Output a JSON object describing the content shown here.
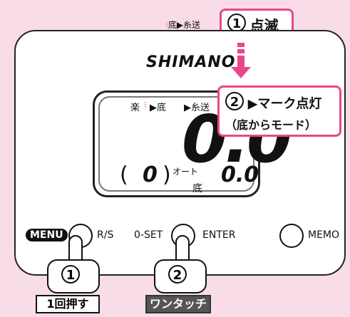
{
  "top_indicator": {
    "label": "底▶糸送"
  },
  "callout1": {
    "number": "1",
    "text": "点滅"
  },
  "callout2": {
    "number": "2",
    "line1": "▶マーク点灯",
    "line2": "（底からモード）"
  },
  "brand": {
    "name": "SHIMANO"
  },
  "lcd": {
    "mode_raku": "楽",
    "mode_soko": "▶底",
    "mode_itookuri": "▶糸送",
    "main_value": "0.0",
    "paren_open": "(",
    "paren_value": "0",
    "paren_close": ")",
    "auto_label": "オート",
    "bottom_label": "底",
    "sub_value": "0.0"
  },
  "buttons": {
    "menu": "MENU",
    "rs": "R/S",
    "zero_set": "0-SET",
    "enter": "ENTER",
    "memo": "MEMO"
  },
  "steps": {
    "step1_number": "1",
    "step2_number": "2",
    "step1_label": "1回押す",
    "step2_label": "ワンタッチ"
  },
  "colors": {
    "accent": "#e8488a",
    "background": "#f8dde9"
  }
}
